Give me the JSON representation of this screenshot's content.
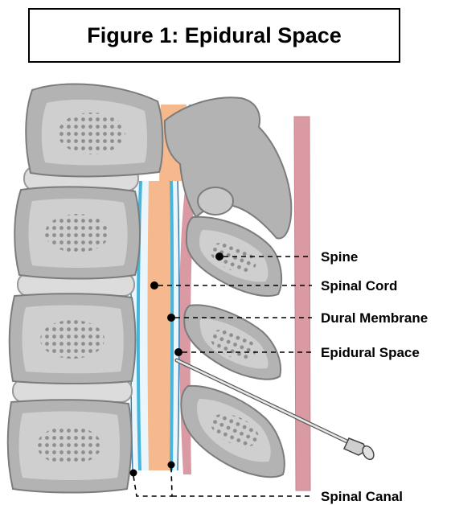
{
  "title": "Figure 1: Epidural Space",
  "labels": {
    "spine": "Spine",
    "spinal_cord": "Spinal Cord",
    "dural_membrane": "Dural Membrane",
    "epidural_space": "Epidural Space",
    "spinal_canal": "Spinal Canal"
  },
  "colors": {
    "bone_fill": "#b3b3b3",
    "bone_stroke": "#7c7c7c",
    "bone_inner": "#cfcfcf",
    "bone_dots": "#8e8e8e",
    "disc": "#dcdcdc",
    "spinal_cord": "#f6b98e",
    "dura": "#47b6dc",
    "ligament": "#d99aa3",
    "needle": "#9a9a9a"
  }
}
